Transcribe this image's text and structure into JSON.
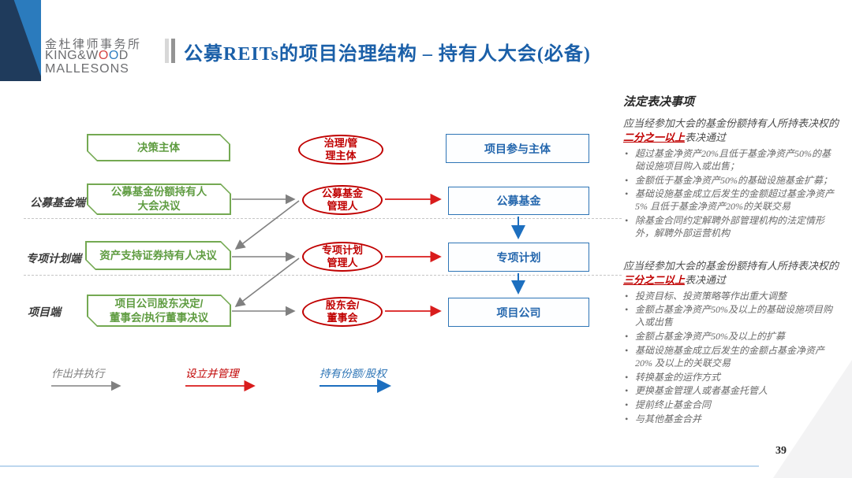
{
  "colors": {
    "title_blue": "#1a5fa8",
    "box_green": "#70ad47",
    "oval_red": "#c00000",
    "box_blue": "#2e75b6",
    "arrow_gray": "#808080",
    "arrow_red": "#d91c1c",
    "arrow_blue": "#1d6fbf",
    "footer_line_blue": "#bdd7ee",
    "logo_navy": "#1f3b5c",
    "logo_light_blue": "#2b7bbd"
  },
  "header": {
    "logo_cn": "金杜律师事务所",
    "logo_en1_pre": "KING&W",
    "logo_en1_o1": "O",
    "logo_en1_o2": "O",
    "logo_en1_post": "D",
    "logo_en2": "MALLESONS",
    "title": "公募REITs的项目治理结构 – 持有人大会(必备)"
  },
  "diagram": {
    "column_headers": {
      "decision": "决策主体",
      "governance": "治理/管\n理主体",
      "participant": "项目参与主体"
    },
    "row_labels": [
      "公募基金端",
      "专项计划端",
      "项目端"
    ],
    "decision_boxes": [
      "公募基金份额持有人\n大会决议",
      "资产支持证券持有人决议",
      "项目公司股东决定/\n董事会/执行董事决议"
    ],
    "governance_ovals": [
      "公募基金\n管理人",
      "专项计划\n管理人",
      "股东会/\n董事会"
    ],
    "participant_boxes": [
      "公募基金",
      "专项计划",
      "项目公司"
    ],
    "legend": [
      {
        "label": "作出并执行",
        "color": "#808080"
      },
      {
        "label": "设立并管理",
        "color": "#c00000"
      },
      {
        "label": "持有份额/股权",
        "color": "#2e75b6"
      }
    ]
  },
  "panel": {
    "heading": "法定表决事项",
    "section1": {
      "intro_pre": "应当经参加大会的基金份额持有人所持表决权的",
      "intro_em": "二分之一以上",
      "intro_post": "表决通过",
      "items": [
        "超过基金净资产20%且低于基金净资产50%的基础设施项目购入或出售；",
        "金额低于基金净资产50%的基础设施基金扩募；",
        "基础设施基金成立后发生的金额超过基金净资产5% 且低于基金净资产20%的关联交易",
        "除基金合同约定解聘外部管理机构的法定情形外，解聘外部运营机构"
      ]
    },
    "section2": {
      "intro_pre": "应当经参加大会的基金份额持有人所持表决权的",
      "intro_em": "三分之二以上",
      "intro_post": "表决通过",
      "items": [
        "投资目标、投资策略等作出重大调整",
        "金额占基金净资产50%及以上的基础设施项目购入或出售",
        "金额占基金净资产50%及以上的扩募",
        "基础设施基金成立后发生的金额占基金净资产20% 及以上的关联交易",
        "转换基金的运作方式",
        "更换基金管理人或者基金托管人",
        "提前终止基金合同",
        "与其他基金合并"
      ]
    }
  },
  "footer": {
    "page_number": "39"
  }
}
